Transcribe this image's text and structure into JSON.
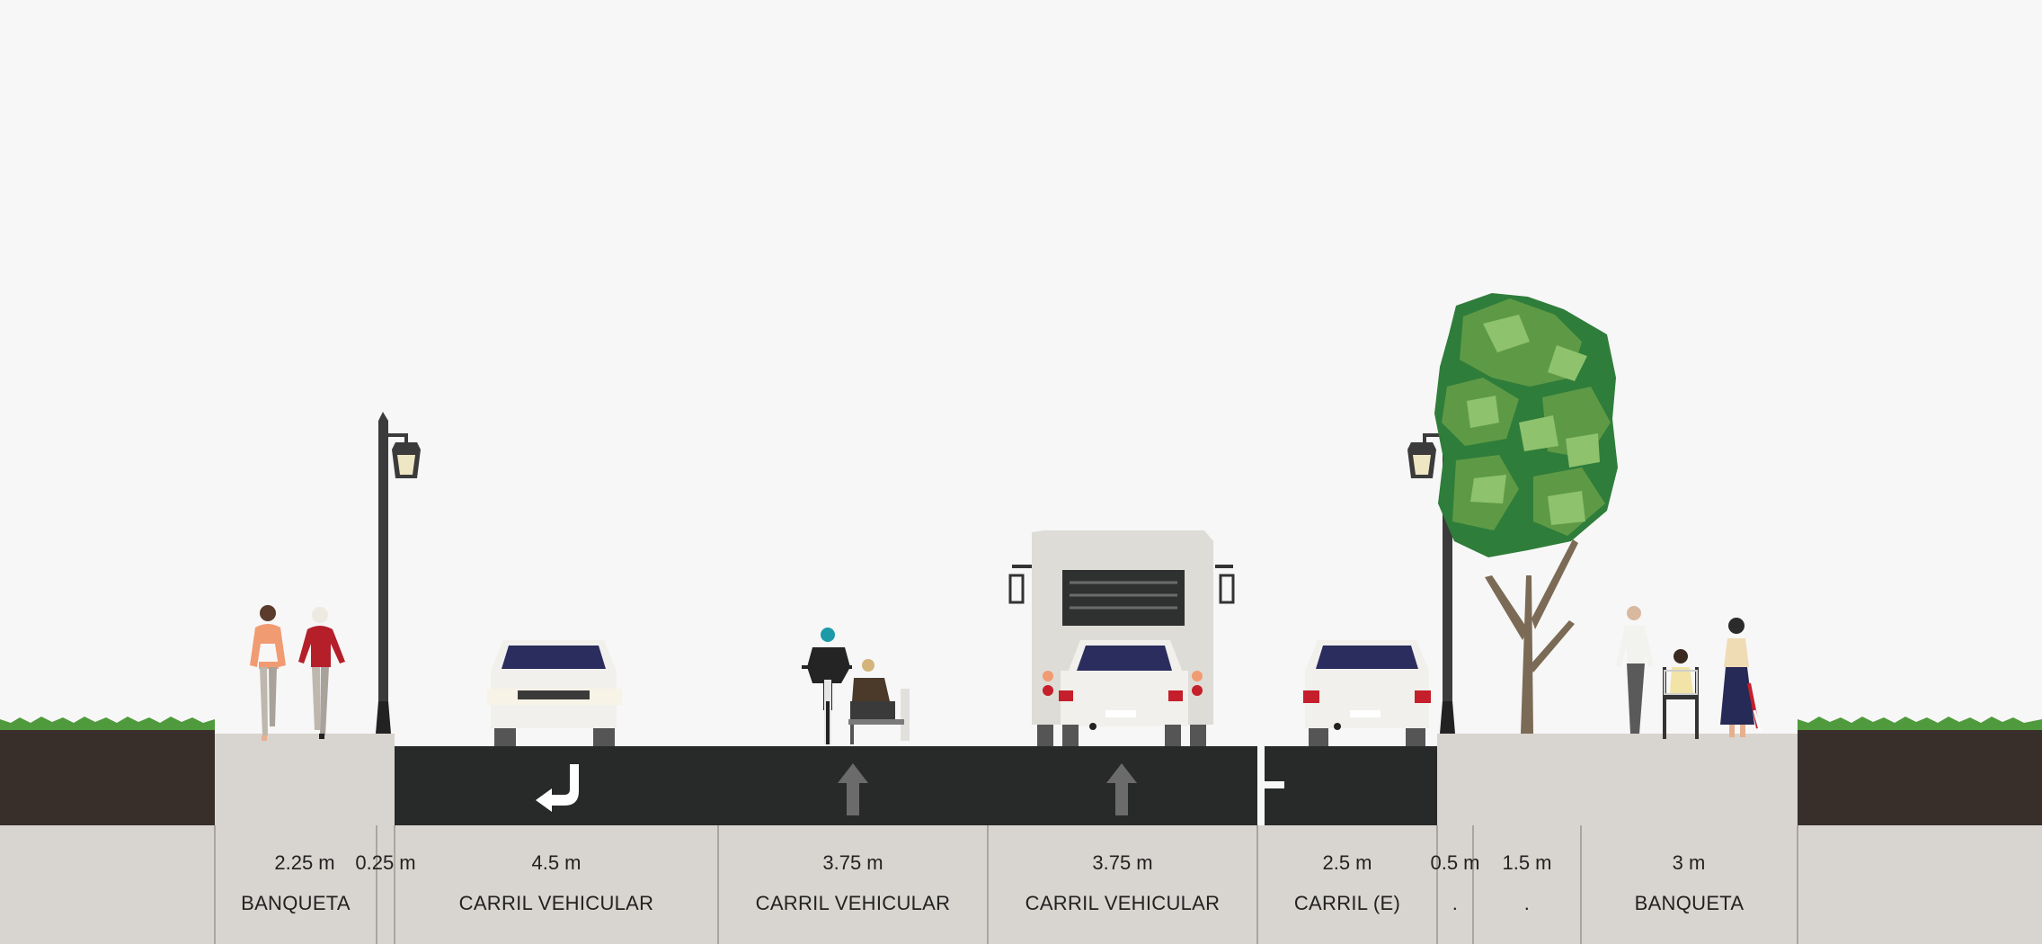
{
  "segments": [
    {
      "width": "2.25 m",
      "name": "BANQUETA",
      "kind": "sidewalk"
    },
    {
      "width": "0.25 m",
      "name": "",
      "kind": "sidewalk-lamp"
    },
    {
      "width": "4.5 m",
      "name": "CARRIL VEHICULAR",
      "kind": "drive-lane",
      "arrow": "left-turn"
    },
    {
      "width": "3.75 m",
      "name": "CARRIL VEHICULAR",
      "kind": "drive-lane",
      "arrow": "straight"
    },
    {
      "width": "3.75 m",
      "name": "CARRIL VEHICULAR",
      "kind": "drive-lane",
      "arrow": "straight"
    },
    {
      "width": "2.5 m",
      "name": "CARRIL (E)",
      "kind": "parking-lane"
    },
    {
      "width": "0.5 m",
      "name": ".",
      "kind": "sidewalk-lamp"
    },
    {
      "width": "1.5 m",
      "name": ".",
      "kind": "sidewalk-tree"
    },
    {
      "width": "3 m",
      "name": "BANQUETA",
      "kind": "sidewalk"
    }
  ],
  "colors": {
    "sky": "#f7f7f7",
    "asphalt": "#282a29",
    "sidewalk": "#d8d4cf",
    "soil": "#382f2a",
    "grass": "#4f9a3c",
    "divider": "#aaa69f",
    "car_body": "#f1f0ec",
    "windshield": "#2b2d5e",
    "truck_body": "#dedcd7",
    "brake_light": "#c41f2a",
    "tree_dark": "#2f7d3a",
    "tree_mid": "#5e9a46",
    "tree_light": "#8ec26d",
    "trunk": "#7b6a55"
  },
  "icons": [
    "pedestrian-icon",
    "street-lamp-icon",
    "car-icon",
    "bicycle-icon",
    "wheelchair-icon",
    "truck-icon",
    "tree-icon",
    "turn-arrow-icon",
    "straight-arrow-icon"
  ]
}
